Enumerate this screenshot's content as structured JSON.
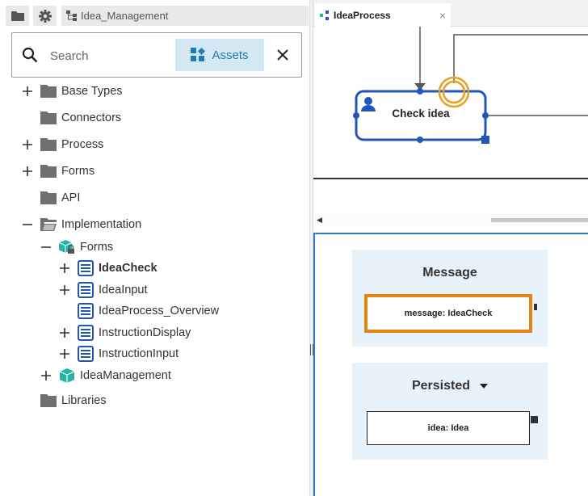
{
  "toolbar": {
    "folder_icon": "folder-icon",
    "settings_icon": "gear-icon",
    "breadcrumb_icon": "hierarchy-icon",
    "breadcrumb_label": "Idea_Management"
  },
  "search": {
    "placeholder": "Search",
    "assets_label": "Assets",
    "clear_icon": "close-icon"
  },
  "tree": {
    "items": [
      {
        "label": "Base Types",
        "expander": "+",
        "icon": "folder"
      },
      {
        "label": "Connectors",
        "expander": "",
        "icon": "folder"
      },
      {
        "label": "Process",
        "expander": "+",
        "icon": "folder"
      },
      {
        "label": "Forms",
        "expander": "+",
        "icon": "folder"
      },
      {
        "label": "API",
        "expander": "",
        "icon": "folder"
      },
      {
        "label": "Implementation",
        "expander": "−",
        "icon": "folder-open"
      },
      {
        "label": "Forms",
        "expander": "−",
        "icon": "locked-package"
      },
      {
        "label": "IdeaCheck",
        "expander": "+",
        "icon": "form"
      },
      {
        "label": "IdeaInput",
        "expander": "+",
        "icon": "form"
      },
      {
        "label": "IdeaProcess_Overview",
        "expander": "",
        "icon": "form"
      },
      {
        "label": "InstructionDisplay",
        "expander": "+",
        "icon": "form"
      },
      {
        "label": "InstructionInput",
        "expander": "+",
        "icon": "form"
      },
      {
        "label": "IdeaManagement",
        "expander": "+",
        "icon": "package"
      },
      {
        "label": "Libraries",
        "expander": "",
        "icon": "folder"
      }
    ]
  },
  "editor": {
    "tab_label": "IdeaProcess",
    "tab_close": "×",
    "task_label": "Check idea"
  },
  "properties": {
    "message_title": "Message",
    "message_field": "message: IdeaCheck",
    "persisted_title": "Persisted",
    "persisted_field": "idea: Idea"
  },
  "colors": {
    "accent_blue": "#2355b8",
    "selection_orange": "#e5840e",
    "event_orange": "#e9a020",
    "teal_package": "#27b3a4",
    "folder_gray": "#707070"
  }
}
